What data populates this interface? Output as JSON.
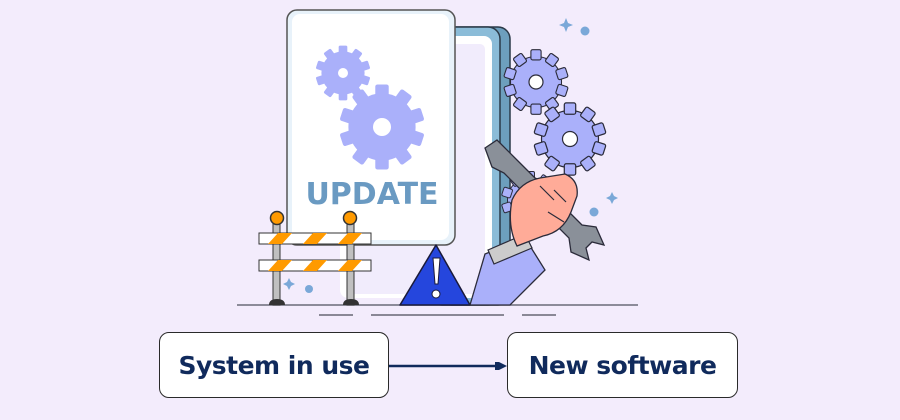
{
  "illustration": {
    "sign_text": "UPDATE",
    "icons": [
      "gear-icon",
      "wrench-icon",
      "warning-icon",
      "barricade-icon",
      "hand-icon"
    ],
    "colors": {
      "background": "#f3ecfc",
      "gear": "#aab0fa",
      "update_text": "#6a9ac2",
      "frame": "#8bbcd8",
      "warning": "#2546dd",
      "barrier_orange": "#ff9a00",
      "skin": "#ffab98",
      "sleeve": "#aab0fa"
    }
  },
  "flow": {
    "from_label": "System in use",
    "to_label": "New software",
    "arrow_color": "#102a5c"
  }
}
